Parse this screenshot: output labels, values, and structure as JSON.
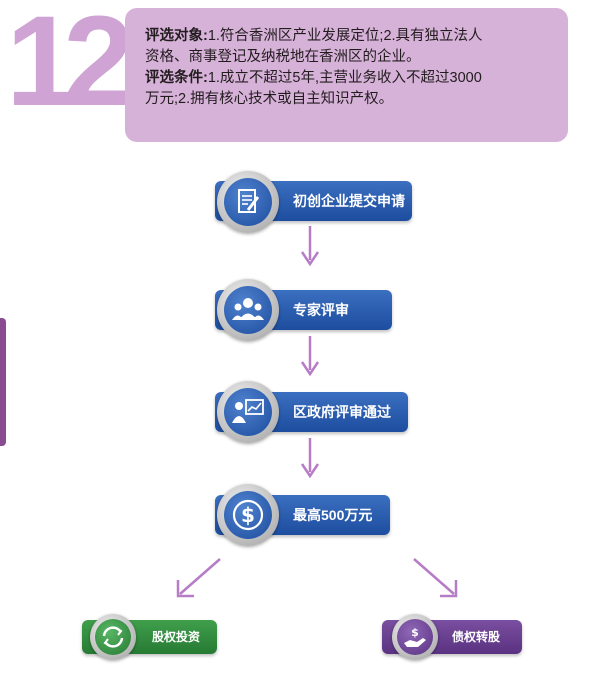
{
  "number": "12",
  "criteria": {
    "target_label": "评选对象:",
    "target_line1": "1.符合香洲区产业发展定位;2.具有独立法人",
    "target_line2": "资格、商事登记及纳税地在香洲区的企业。",
    "condition_label": "评选条件:",
    "condition_line1": "1.成立不超过5年,主营业务收入不超过3000",
    "condition_line2": "万元;2.拥有核心技术或自主知识产权。"
  },
  "flow": {
    "step1": "初创企业提交申请",
    "step2": "专家评审",
    "step3": "区政府评审通过",
    "step4": "最高500万元",
    "option_left": "股权投资",
    "option_right": "债权转股"
  },
  "icons": [
    "document-pen-icon",
    "experts-icon",
    "presenter-chart-icon",
    "dollar-coin-icon",
    "recycle-money-icon",
    "hand-money-icon"
  ],
  "colors": {
    "purple_light": "#d6b2d8",
    "purple_number": "#cfa3d4",
    "blue": "#1d4d9e",
    "green": "#2f8a3c",
    "purple_dark": "#6a3d8f",
    "arrow": "#b77cc6"
  }
}
